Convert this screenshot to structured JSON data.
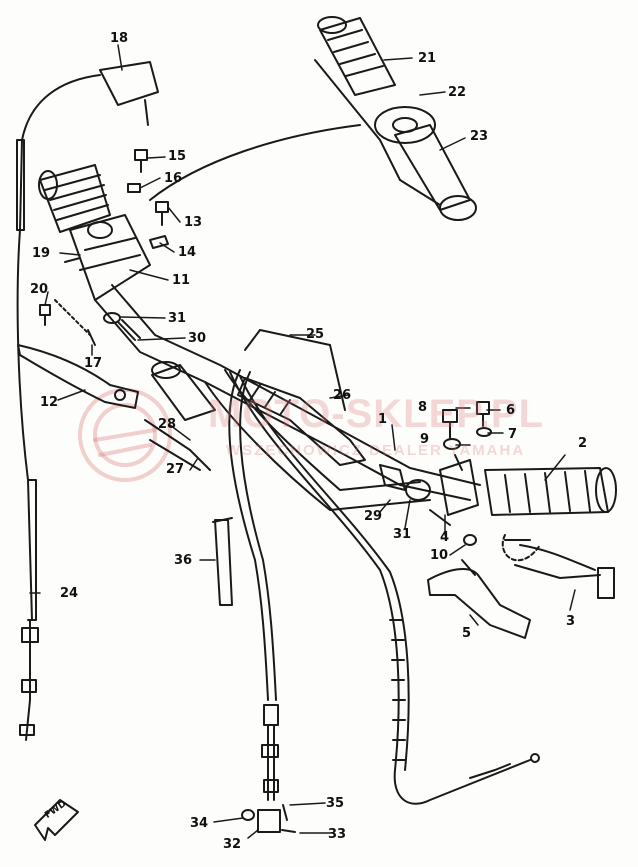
{
  "diagram": {
    "watermark": {
      "site": "MOTO-SKLEP.PL",
      "subtitle": "WSZECHOWICZ DEALER YAMAHA",
      "color": "#d77878"
    },
    "direction_marker": "FWD",
    "part_labels": [
      {
        "id": "18",
        "text": "18"
      },
      {
        "id": "21",
        "text": "21"
      },
      {
        "id": "22",
        "text": "22"
      },
      {
        "id": "23",
        "text": "23"
      },
      {
        "id": "15",
        "text": "15"
      },
      {
        "id": "16",
        "text": "16"
      },
      {
        "id": "13",
        "text": "13"
      },
      {
        "id": "14",
        "text": "14"
      },
      {
        "id": "19",
        "text": "19"
      },
      {
        "id": "11",
        "text": "11"
      },
      {
        "id": "20",
        "text": "20"
      },
      {
        "id": "31a",
        "text": "31"
      },
      {
        "id": "30",
        "text": "30"
      },
      {
        "id": "17",
        "text": "17"
      },
      {
        "id": "25",
        "text": "25"
      },
      {
        "id": "12",
        "text": "12"
      },
      {
        "id": "26",
        "text": "26"
      },
      {
        "id": "8",
        "text": "8"
      },
      {
        "id": "6",
        "text": "6"
      },
      {
        "id": "9",
        "text": "9"
      },
      {
        "id": "7",
        "text": "7"
      },
      {
        "id": "1",
        "text": "1"
      },
      {
        "id": "2",
        "text": "2"
      },
      {
        "id": "28",
        "text": "28"
      },
      {
        "id": "27",
        "text": "27"
      },
      {
        "id": "29",
        "text": "29"
      },
      {
        "id": "31b",
        "text": "31"
      },
      {
        "id": "4",
        "text": "4"
      },
      {
        "id": "10",
        "text": "10"
      },
      {
        "id": "36",
        "text": "36"
      },
      {
        "id": "3",
        "text": "3"
      },
      {
        "id": "5",
        "text": "5"
      },
      {
        "id": "24",
        "text": "24"
      },
      {
        "id": "35",
        "text": "35"
      },
      {
        "id": "34",
        "text": "34"
      },
      {
        "id": "33",
        "text": "33"
      },
      {
        "id": "32",
        "text": "32"
      }
    ]
  }
}
